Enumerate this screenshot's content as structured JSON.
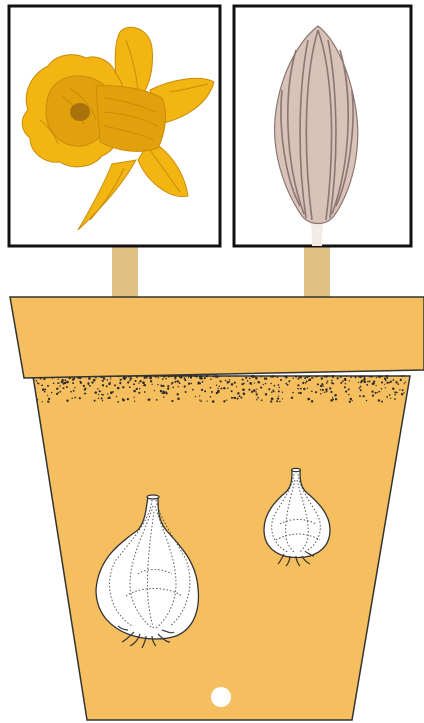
{
  "plants": [
    {
      "name": "daffodil",
      "color": "#f2b512",
      "shade": "#c98c0a",
      "trumpet": "#e2a00c"
    },
    {
      "name": "crocus",
      "color": "#d9c2b8",
      "shade": "#8c7670",
      "stem": "#f3ece6"
    }
  ],
  "bulbs": [
    {
      "name": "large-bulb"
    },
    {
      "name": "small-bulb"
    }
  ],
  "colors": {
    "pot": "#f5be5e",
    "pot_outline": "#333333",
    "stake": "#e0c184",
    "frame": "#111111",
    "soil_dots": "#2a2a2a",
    "bulb_fill": "#ffffff",
    "bulb_lines": "#555555"
  }
}
